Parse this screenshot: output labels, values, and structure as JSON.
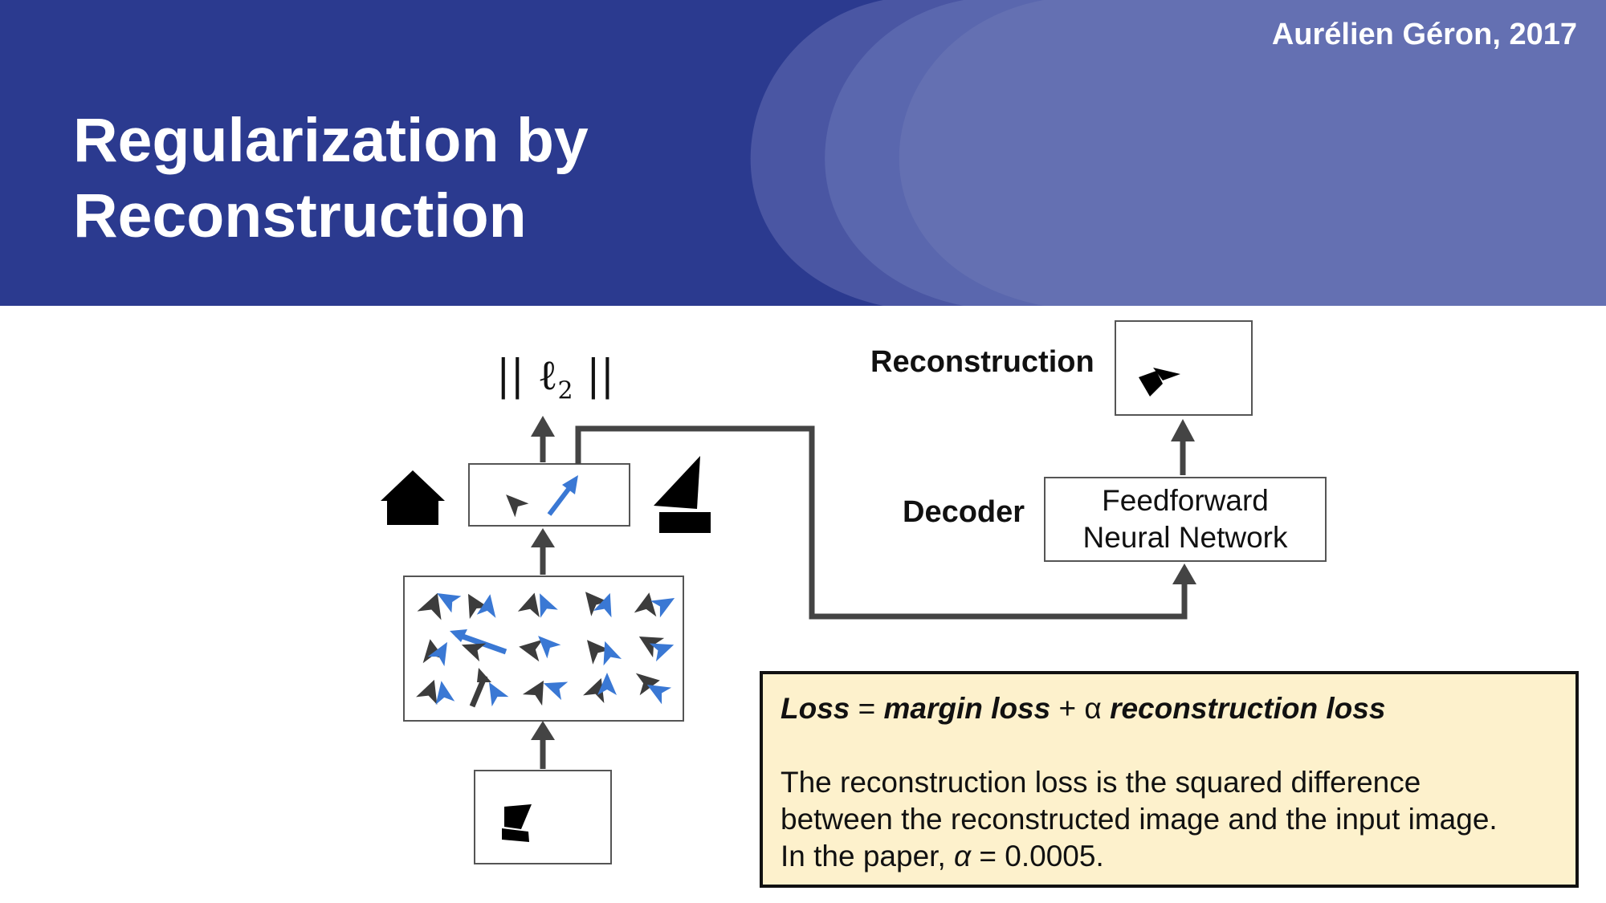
{
  "header": {
    "author": "Aurélien Géron, 2017",
    "title_line1": "Regularization by",
    "title_line2": "Reconstruction"
  },
  "diagram": {
    "norm_label": "|| ℓ",
    "norm_sub": "2",
    "norm_close": " ||",
    "reconstruction_label": "Reconstruction",
    "decoder_label": "Decoder",
    "ffnn_line1": "Feedforward",
    "ffnn_line2": "Neural Network"
  },
  "loss_box": {
    "loss_word": "Loss",
    "equals": " = ",
    "margin_loss": "margin loss",
    "plus_alpha": " + α ",
    "reconstruction_loss": "reconstruction loss",
    "desc_line1": "The reconstruction loss is the squared difference",
    "desc_line2": "between the reconstructed image and the input image.",
    "desc_line3_prefix": "In the paper, ",
    "alpha_symbol": "α",
    "desc_line3_suffix": " = 0.0005."
  },
  "colors": {
    "header_bg": "#2b3a8f",
    "header_arc1": "#4a56a3",
    "header_arc2": "#5a67ae",
    "header_arc3": "#6470b2",
    "capsule_blue": "#3a78d4",
    "capsule_dark": "#3c3c3c",
    "loss_bg": "#fdf1cc"
  }
}
